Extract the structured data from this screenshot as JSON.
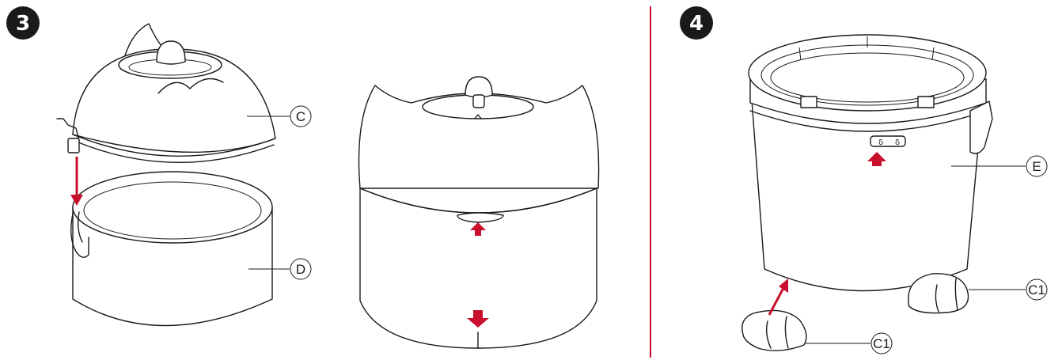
{
  "steps": [
    {
      "number": "3"
    },
    {
      "number": "4"
    }
  ],
  "callouts": {
    "lid": "C",
    "base": "D",
    "tank": "E",
    "foot_right": "C1",
    "foot_left": "C1"
  },
  "colors": {
    "accent": "#c8102e",
    "line": "#1a1a1a",
    "badge": "#1a1a1a"
  }
}
